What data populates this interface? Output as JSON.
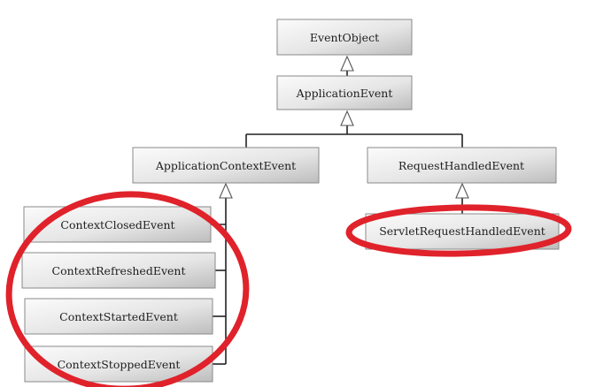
{
  "diagram": {
    "nodes": [
      {
        "id": "event-object",
        "label": "EventObject"
      },
      {
        "id": "application-event",
        "label": "ApplicationEvent"
      },
      {
        "id": "application-context-event",
        "label": "ApplicationContextEvent"
      },
      {
        "id": "request-handled-event",
        "label": "RequestHandledEvent"
      },
      {
        "id": "context-closed-event",
        "label": "ContextClosedEvent"
      },
      {
        "id": "context-refreshed-event",
        "label": "ContextRefreshedEvent"
      },
      {
        "id": "context-started-event",
        "label": "ContextStartedEvent"
      },
      {
        "id": "context-stopped-event",
        "label": "ContextStoppedEvent"
      },
      {
        "id": "servlet-request-handled-event",
        "label": "ServletRequestHandledEvent"
      }
    ],
    "inheritance": [
      {
        "child": "application-event",
        "parent": "event-object"
      },
      {
        "child": "application-context-event",
        "parent": "application-event"
      },
      {
        "child": "request-handled-event",
        "parent": "application-event"
      },
      {
        "child": "context-closed-event",
        "parent": "application-context-event"
      },
      {
        "child": "context-refreshed-event",
        "parent": "application-context-event"
      },
      {
        "child": "context-started-event",
        "parent": "application-context-event"
      },
      {
        "child": "context-stopped-event",
        "parent": "application-context-event"
      },
      {
        "child": "servlet-request-handled-event",
        "parent": "request-handled-event"
      }
    ],
    "highlight_color": "#e0222b",
    "line_color": "#222222"
  }
}
